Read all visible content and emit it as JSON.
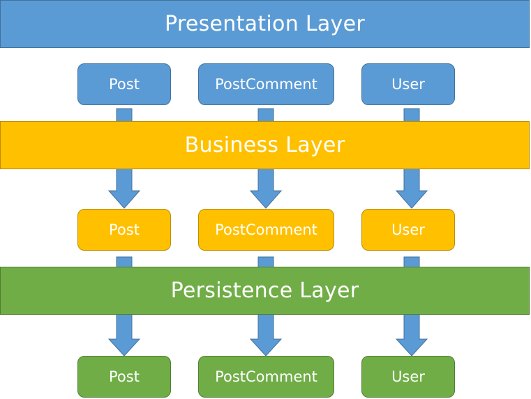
{
  "layers": {
    "presentation": "Presentation Layer",
    "business": "Business Layer",
    "persistence": "Persistence Layer"
  },
  "presentation_entities": [
    "Post",
    "PostComment",
    "User"
  ],
  "business_entities": [
    "Post",
    "PostComment",
    "User"
  ],
  "persistence_entities": [
    "Post",
    "PostComment",
    "User"
  ],
  "colors": {
    "presentation": "#5b9bd5",
    "business": "#ffc000",
    "persistence": "#70ad47",
    "arrow": "#5b9bd5"
  }
}
